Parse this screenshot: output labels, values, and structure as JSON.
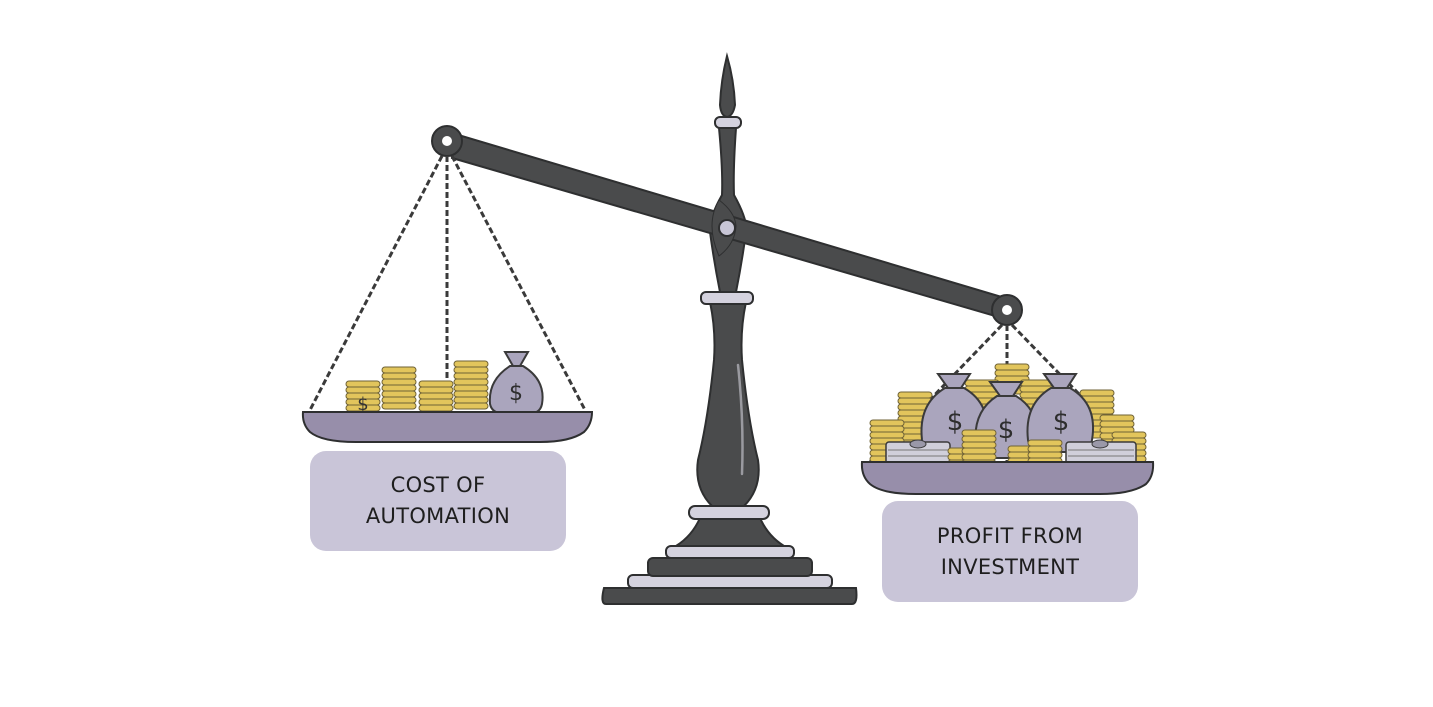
{
  "diagram": {
    "title": "Balance scale: automation cost vs investment profit",
    "left_pan": {
      "label_line1": "COST OF",
      "label_line2": "AUTOMATION",
      "contents": [
        "coin-stack",
        "coin-stack",
        "coin-stack",
        "coin-stack",
        "money-bag"
      ],
      "money_bag_symbol": "$",
      "coin_symbol": "$"
    },
    "right_pan": {
      "label_line1": "PROFIT FROM",
      "label_line2": "INVESTMENT",
      "contents": [
        "money-bag",
        "money-bag",
        "money-bag",
        "cash-stack",
        "cash-stack",
        "coin-stack",
        "coin-stack",
        "coin-stack",
        "coin-stack",
        "coin-stack",
        "coin-stack"
      ],
      "money_bag_symbol": "$"
    },
    "state": "right pan heavier (scale tipped toward profit)",
    "colors": {
      "metal": "#4a4b4c",
      "metal_outline": "#2e2f30",
      "ring_highlight": "#c8c6d6",
      "pan": "#978eaa",
      "coin": "#e2c55c",
      "coin_outline": "#8a7a36",
      "bag": "#aaa5bd",
      "label_bg": "#c9c5d8",
      "label_text": "#1e1e1e"
    }
  }
}
